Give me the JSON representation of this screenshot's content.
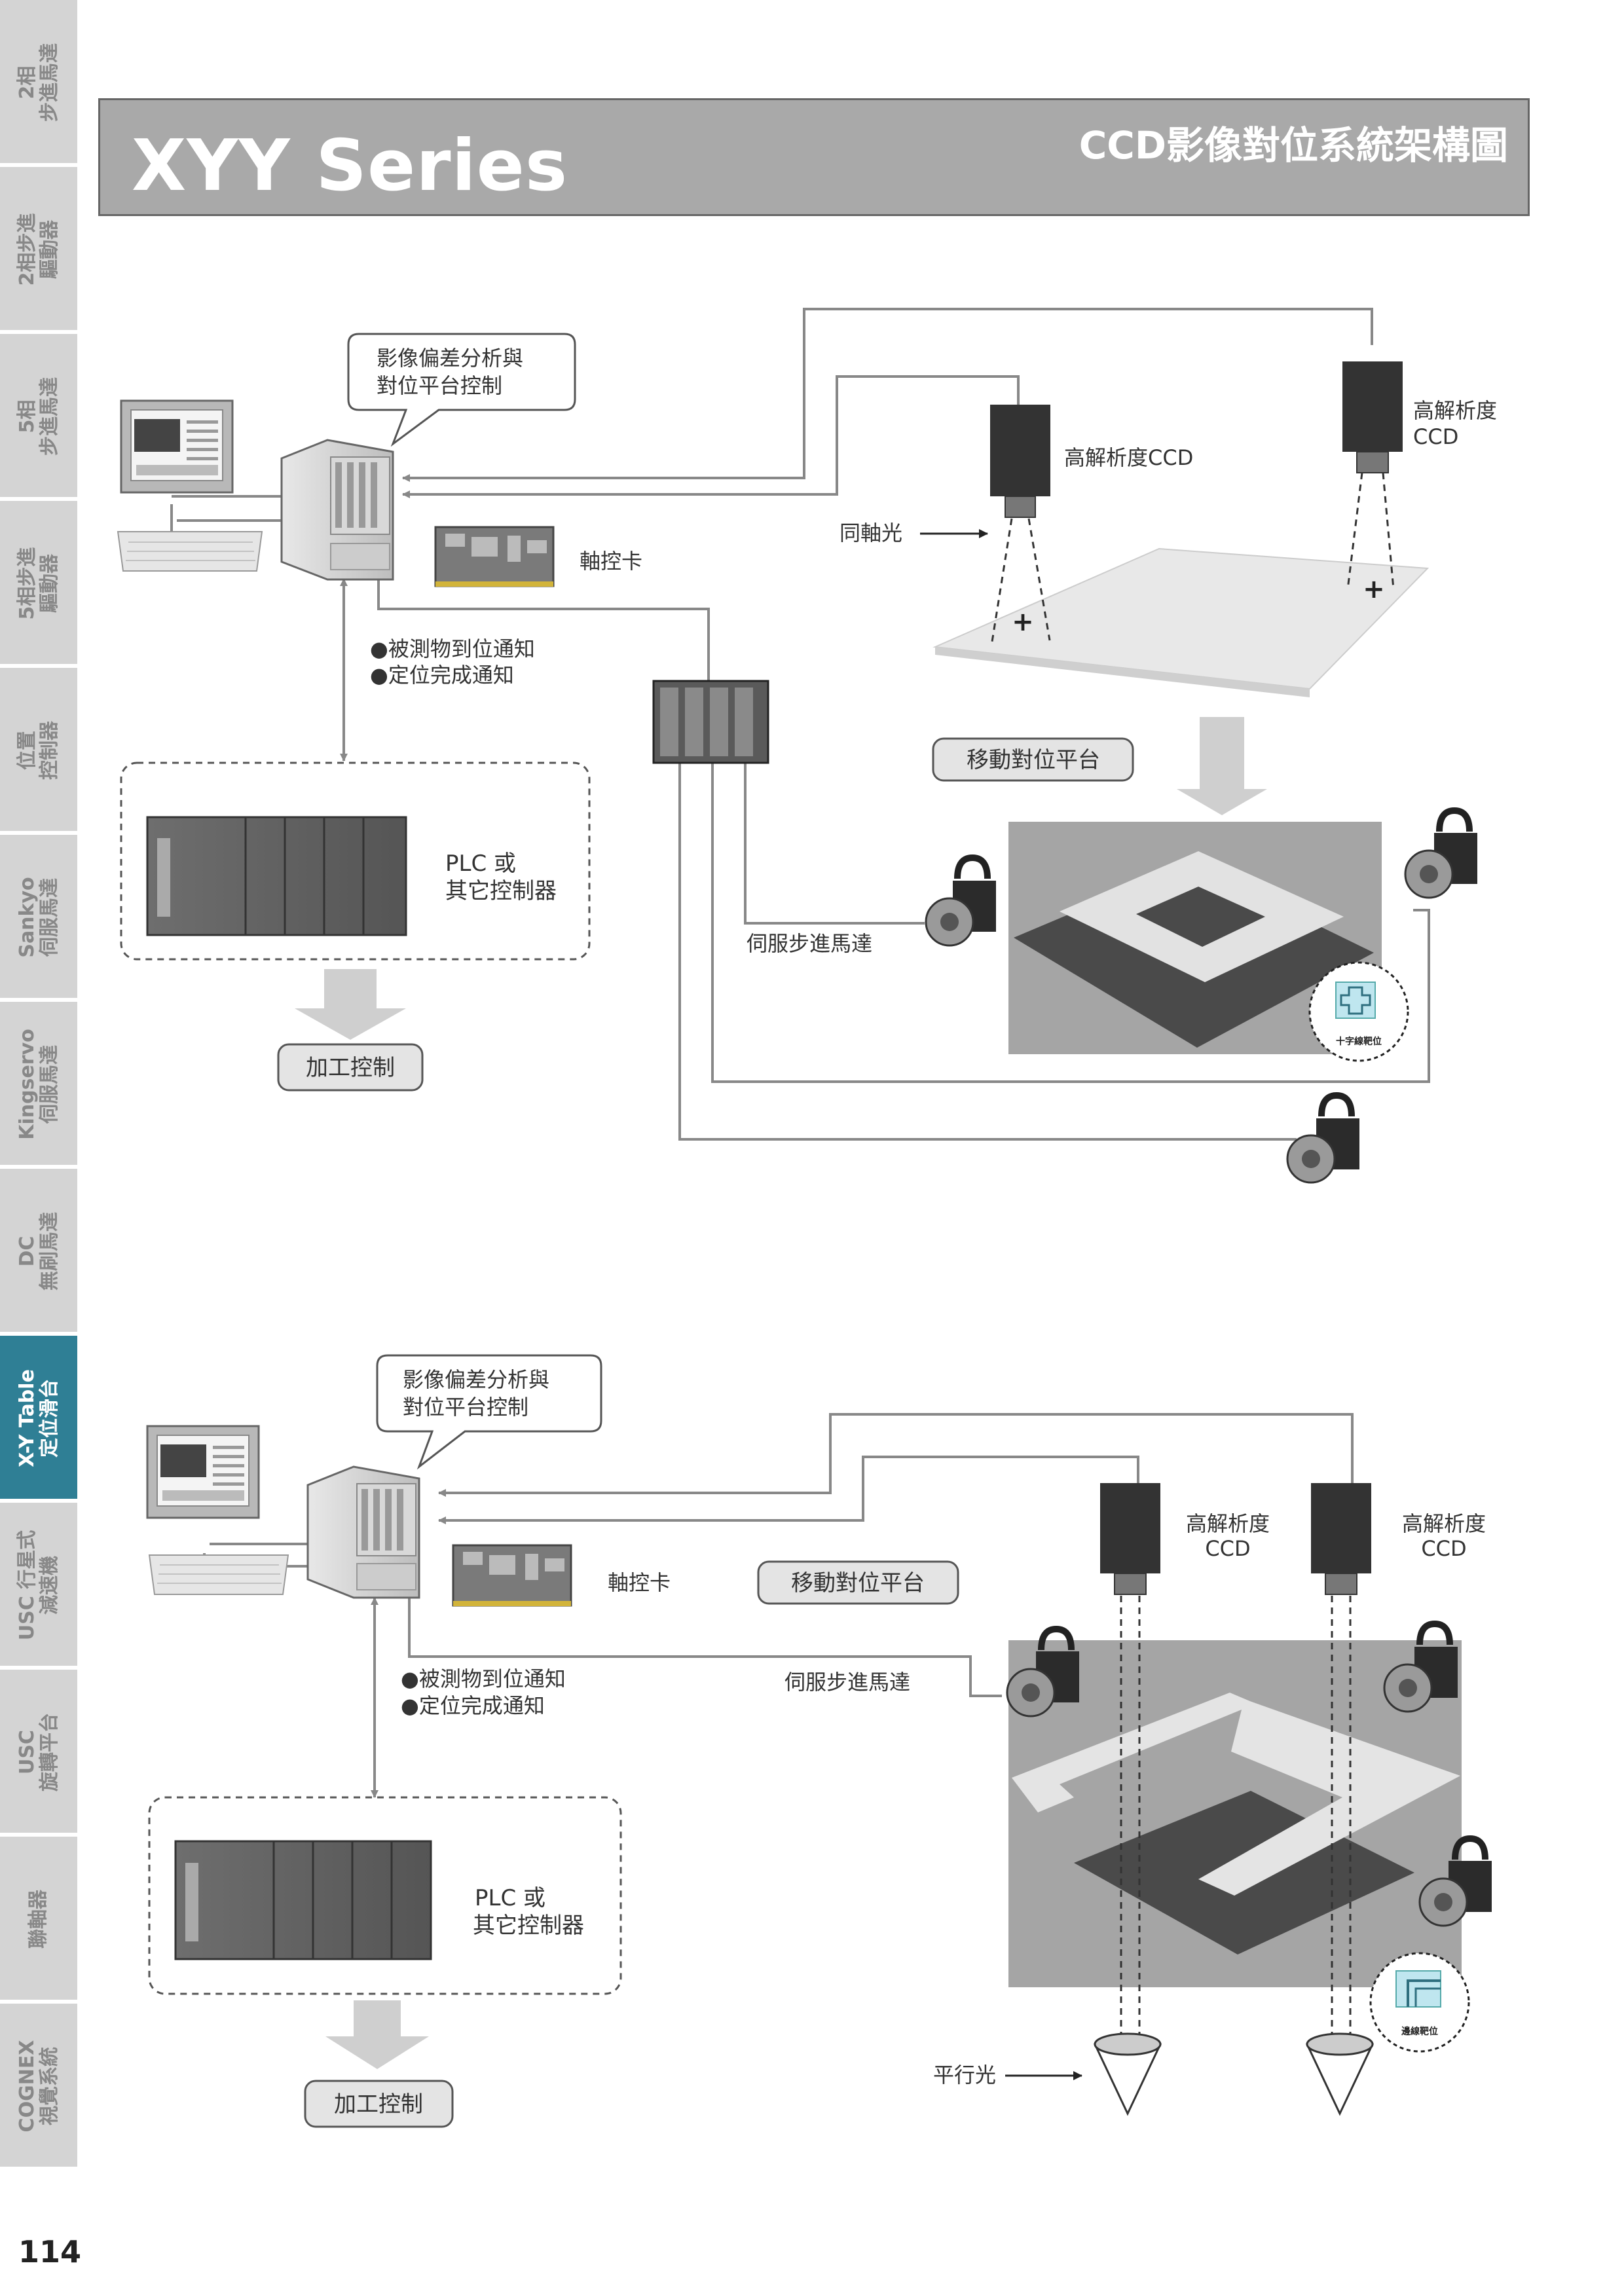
{
  "sidebar": {
    "tabs": [
      {
        "label": "2相\n步進馬達"
      },
      {
        "label": "2相步進\n驅動器"
      },
      {
        "label": "5相\n步進馬達"
      },
      {
        "label": "5相步進\n驅動器"
      },
      {
        "label": "位置\n控制器"
      },
      {
        "label": "Sankyo\n伺服馬達"
      },
      {
        "label": "Kingservo\n伺服馬達"
      },
      {
        "label": "DC\n無刷馬達"
      },
      {
        "label": "X-Y Table\n定位滑台",
        "active": true
      },
      {
        "label": "USC 行星式\n減速機"
      },
      {
        "label": "USC\n旋轉平台"
      },
      {
        "label": "聯軸器"
      },
      {
        "label": "COGNEX\n視覺系統"
      }
    ],
    "active_color": "#2f7f95"
  },
  "header": {
    "series_title": "XYY Series",
    "subtitle": "CCD影像對位系統架構圖"
  },
  "page_number": "114",
  "diagram1": {
    "callout_line1": "影像偏差分析與",
    "callout_line2": "對位平台控制",
    "axis_card": "軸控卡",
    "notify_1": "●被測物到位通知",
    "notify_2": "●定位完成通知",
    "plc_line1": "PLC 或",
    "plc_line2": "其它控制器",
    "process_control": "加工控制",
    "coaxial_light": "同軸光",
    "ccd_label": "高解析度CCD",
    "ccd2_line1": "高解析度",
    "ccd2_line2": "CCD",
    "stage_label": "移動對位平台",
    "servo_label": "伺服步進馬達",
    "target_label": "十字線靶位"
  },
  "diagram2": {
    "callout_line1": "影像偏差分析與",
    "callout_line2": "對位平台控制",
    "axis_card": "軸控卡",
    "notify_1": "●被測物到位通知",
    "notify_2": "●定位完成通知",
    "plc_line1": "PLC 或",
    "plc_line2": "其它控制器",
    "process_control": "加工控制",
    "stage_label": "移動對位平台",
    "servo_label": "伺服步進馬達",
    "ccd_a_line1": "高解析度",
    "ccd_a_line2": "CCD",
    "ccd_b_line1": "高解析度",
    "ccd_b_line2": "CCD",
    "parallel_light": "平行光",
    "target_label": "邊線靶位"
  }
}
